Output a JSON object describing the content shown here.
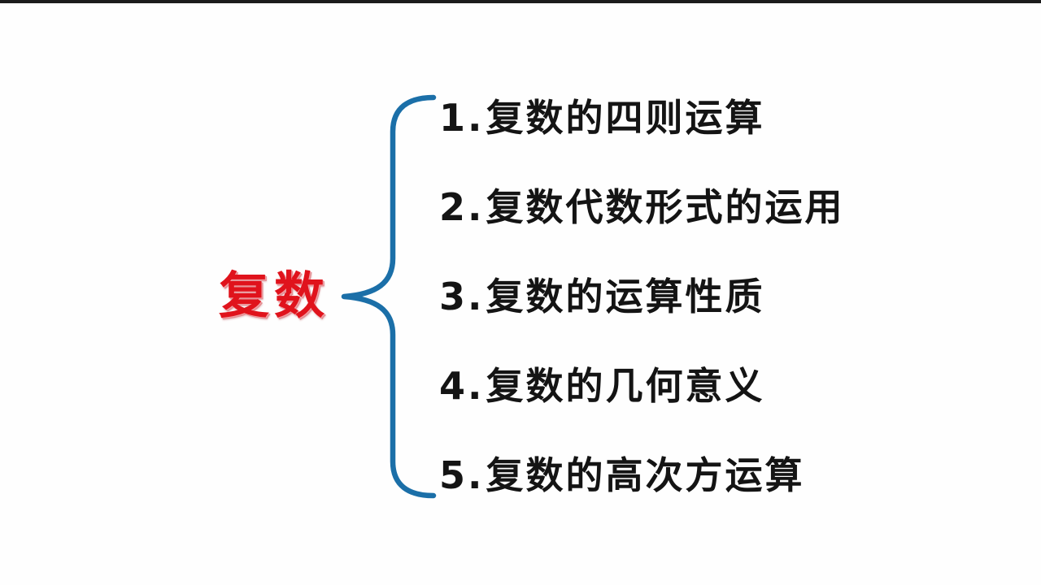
{
  "slide": {
    "background_color": "#fefefe",
    "top_bar_color": "#1c1c1c"
  },
  "root": {
    "label": "复数",
    "color": "#e0131c"
  },
  "brace": {
    "color": "#1b6fa8",
    "orientation": "left-pointing-curly-brace",
    "stroke_width": 6
  },
  "branches": [
    {
      "index": "1.",
      "label": "复数的四则运算"
    },
    {
      "index": "2.",
      "label": "复数代数形式的运用"
    },
    {
      "index": "3.",
      "label": "复数的运算性质"
    },
    {
      "index": "4.",
      "label": "复数的几何意义"
    },
    {
      "index": "5.",
      "label": "复数的高次方运算"
    }
  ]
}
